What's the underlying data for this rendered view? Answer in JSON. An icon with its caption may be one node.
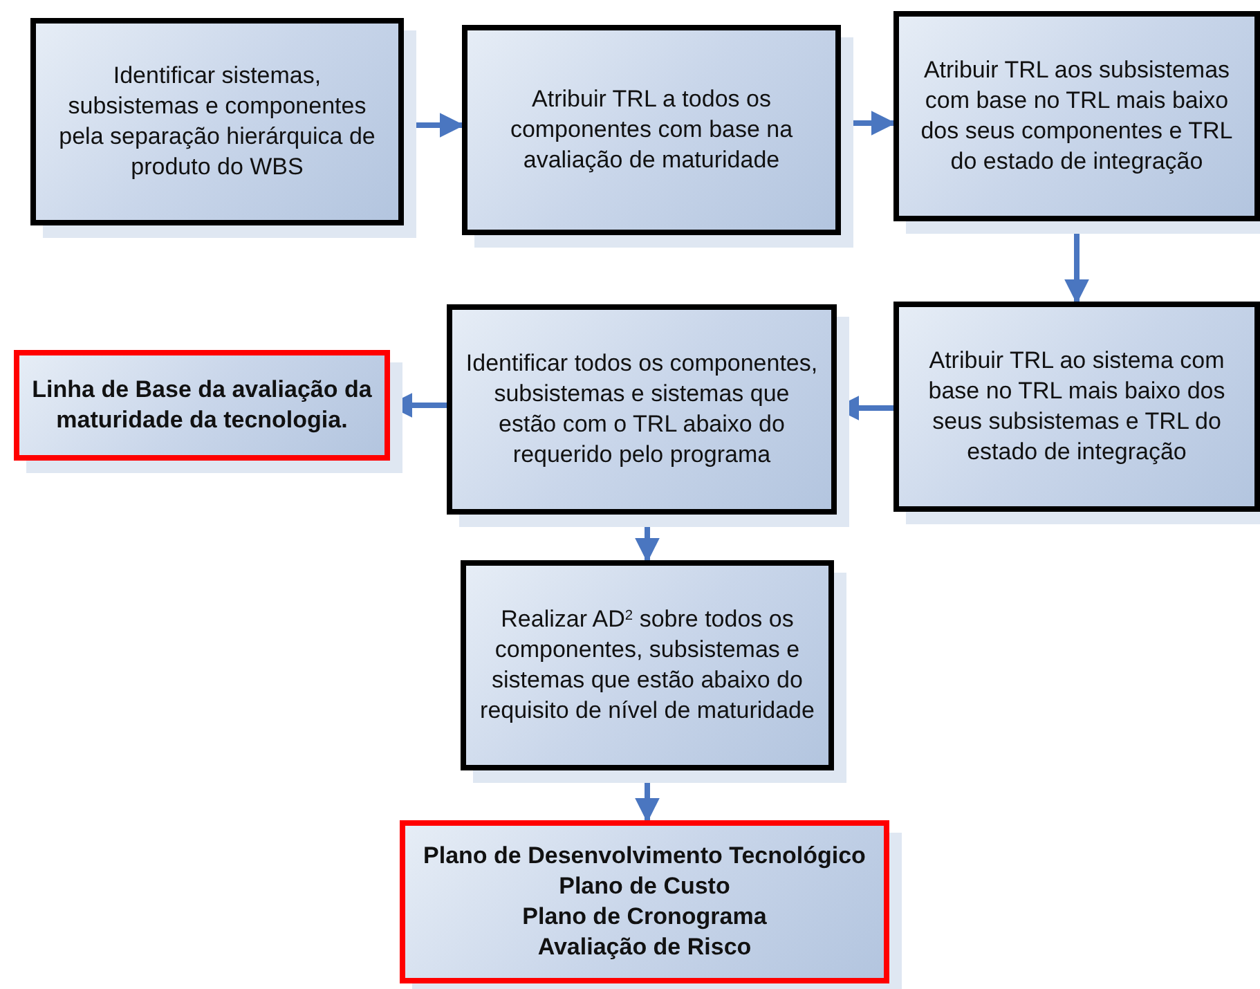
{
  "diagram": {
    "nodes": [
      {
        "text": [
          "Identificar sistemas, subsistemas e componentes pela separação hierárquica de produto do WBS"
        ]
      },
      {
        "text": [
          "Atribuir TRL a todos os componentes com base na avaliação de maturidade"
        ]
      },
      {
        "text": [
          "Atribuir TRL aos subsistemas com base no TRL mais baixo dos seus componentes e TRL do estado de integração"
        ]
      },
      {
        "text": [
          "Atribuir TRL ao sistema com base no TRL mais baixo  dos seus subsistemas  e TRL do estado de integração"
        ]
      },
      {
        "text": [
          "Identificar todos os componentes, subsistemas e sistemas que estão com o TRL abaixo do requerido pelo programa"
        ]
      },
      {
        "text": [
          "Linha de Base da avaliação da maturidade da tecnologia."
        ]
      },
      {
        "text": [
          "Realizar AD$^{2}$ sobre todos os componentes, subsistemas e sistemas que estão abaixo do requisito de nível de maturidade"
        ]
      },
      {
        "text": [
          "Plano de Desenvolvimento Tecnológico",
          "Plano de Custo",
          "Plano de Cronograma",
          "Avaliação de Risco"
        ]
      }
    ],
    "edges": [
      {
        "from": 0,
        "to": 1,
        "arrow": "to"
      },
      {
        "from": 1,
        "to": 2,
        "arrow": "to"
      },
      {
        "from": 2,
        "to": 3,
        "arrow": "to"
      },
      {
        "from": 3,
        "to": 4,
        "arrow": "to"
      },
      {
        "from": 4,
        "to": 5,
        "arrow": "to"
      },
      {
        "from": 4,
        "to": 6,
        "arrow": "to"
      },
      {
        "from": 6,
        "to": 7,
        "arrow": "to"
      }
    ]
  }
}
